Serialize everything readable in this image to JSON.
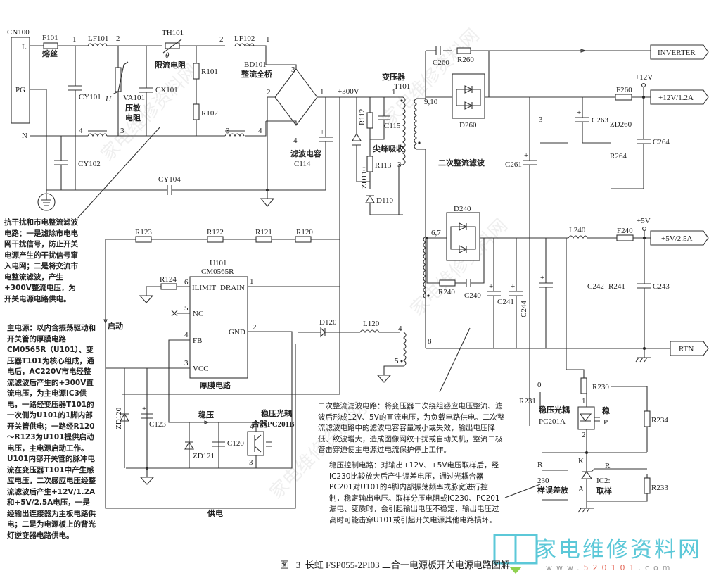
{
  "title": "图 3 长虹 FSP055-2PI03 二合一电源板开关电源电路图解",
  "caption": {
    "prefix": "图",
    "number": "3",
    "text": "长虹 FSP055-2PI03 二合一电源板开关电源电路图解"
  },
  "watermark": {
    "site_cn": "家电维修资料网",
    "url_prefix": "www.",
    "url_num": "520101",
    "url_suffix": ".com",
    "brand_color": "#5cc8d8"
  },
  "input_filter": {
    "connector": "CN100",
    "pins": [
      "L",
      "PG",
      "N"
    ],
    "fuse": {
      "ref": "F101",
      "desc": "熔丝"
    },
    "lf101": "LF101",
    "cy101": "CY101",
    "cy102": "CY102",
    "cy104": "CY104",
    "va101": {
      "ref": "VA101",
      "desc1": "压敏",
      "desc2": "电阻",
      "sym": "U"
    },
    "cx101": "CX101",
    "th101": {
      "ref": "TH101",
      "desc": "限流电阻",
      "sym": "θ"
    },
    "r101": "R101",
    "r102": "R102",
    "lf102": "LF102",
    "bd101": {
      "ref": "BD101",
      "desc": "整流全桥"
    },
    "c114": {
      "ref": "C114",
      "desc": "滤波电容"
    },
    "v300": "+300V",
    "nodes": {
      "n1": "1",
      "n2": "2",
      "n3": "3",
      "n4": "4"
    }
  },
  "primary": {
    "transformer": {
      "desc": "变压器",
      "ref": "T101"
    },
    "r112": "R112",
    "c115": "C115",
    "zd110": "ZD110",
    "r113": "R113",
    "d110": "D110",
    "snubber": "尖峰吸收",
    "startup_resistors": [
      "R123",
      "R122",
      "R121",
      "R120"
    ],
    "startup_label": "启动",
    "ic": {
      "ref": "U101",
      "part": "CM0565R",
      "desc": "厚膜电路",
      "pins": [
        {
          "num": "6",
          "name": "ILIMIT"
        },
        {
          "num": "5",
          "name": "NC"
        },
        {
          "num": "4",
          "name": "FB"
        },
        {
          "num": "3",
          "name": "VCC"
        },
        {
          "num": "1",
          "name": "DRAIN"
        },
        {
          "num": "2",
          "name": "GND"
        }
      ]
    },
    "r124": "R124",
    "zd120": "ZD120",
    "c123": "C123",
    "zd121": "ZD121",
    "c120": "C120",
    "regulate_label": "稳压",
    "opto_b": {
      "desc": "稳压光耦",
      "ref": "合器PC201B",
      "pin4": "4",
      "pin3": "3"
    },
    "d120": "D120",
    "l120": "L120",
    "aux_pins": {
      "p4": "4",
      "p5": "5"
    },
    "supply_label": "供电"
  },
  "secondary": {
    "pins_12": "9,10",
    "pins_5": "6,7",
    "pin_8": "8",
    "c260": "C260",
    "r260": "R260",
    "d260": "D260",
    "rect_label": "二次整流滤波",
    "c261": "C261",
    "c263": "C263",
    "zd260": "ZD260",
    "r264": "R264",
    "c264": "C264",
    "f260": "F260",
    "v12": "+12V",
    "d240": "D240",
    "r240": "R240",
    "c240": "C240",
    "c241": "C241",
    "c244": "C244",
    "l240": "L240",
    "f240": "F240",
    "v5": "+5V",
    "c242": "C242",
    "r241": "R241",
    "c243": "C243",
    "partial_3": "3",
    "outputs": [
      {
        "label": "INVERTER"
      },
      {
        "label": "+12V/1.2A"
      },
      {
        "label": "+5V/2.5A"
      },
      {
        "label": "RTN"
      }
    ]
  },
  "feedback": {
    "r230": "R230",
    "r231": "R231",
    "r234": "R234",
    "r233": "R233",
    "opto_a": {
      "desc": "稳压光耦",
      "ref": "PC201A",
      "pin1": "1",
      "pin2": "2",
      "cut1": "稳",
      "cut2": "P"
    },
    "ic230": {
      "k": "K",
      "a": "A",
      "r": "R",
      "ref": "IC2:",
      "desc": "取样"
    },
    "partial_0": "0",
    "partial_r": "R",
    "partial_230": "230",
    "partial_err": "样误差放"
  },
  "notes": {
    "emi": "抗干扰和市电整流滤波电路：一是滤除市电电网干扰信号，防止开关电源产生的干扰信号窜入电网；二是将交流市电整流滤波，产生+300V整流电压，为开关电源电路供电。",
    "main": "主电源：以内含振荡驱动和开关管的厚膜电路CM0565R（U101）、变压器T101为核心组成，通电后，AC220V市电经整流滤波后产生的+300V直流电压，为主电源IC3供电，一路经变压器T101的一次侧为U101的1脚内部开关管供电；一路经R120～R123为U101提供启动电压，主电源启动工作。U101内部开关管的脉冲电流在变压器T101中产生感应电压，二次感应电压经整流滤波后产生+12V/1.2A和+5V/2.5A电压，一是经输出连接器为主板电路供电；二是为电源板上的背光灯逆变器电路供电。",
    "secondary": "二次整流滤波电路：将变压器二次绕组感应电压整流、滤波后形成12V、5V的直流电压，为负载电路供电。二次整流滤波电路中的滤波电容容量减小或失效，输出电压降低、纹波增大，造成图像网纹干扰或自动关机，整流二极管击穿迫使主电源过电流保护停止工作。",
    "regulation": "稳压控制电路：对输出+12V、+5V电压取样后，经IC230比较放大后产生误差电压，通过光耦合器PC201对U101的4脚内部振荡频率或脉宽进行控制，稳定输出电压。取样分压电阻或IC230、PC201漏电、变质时，会引起输出电压不稳定，输出电压过高时可能击穿U101或引起开关电源其他电路损坏。"
  }
}
